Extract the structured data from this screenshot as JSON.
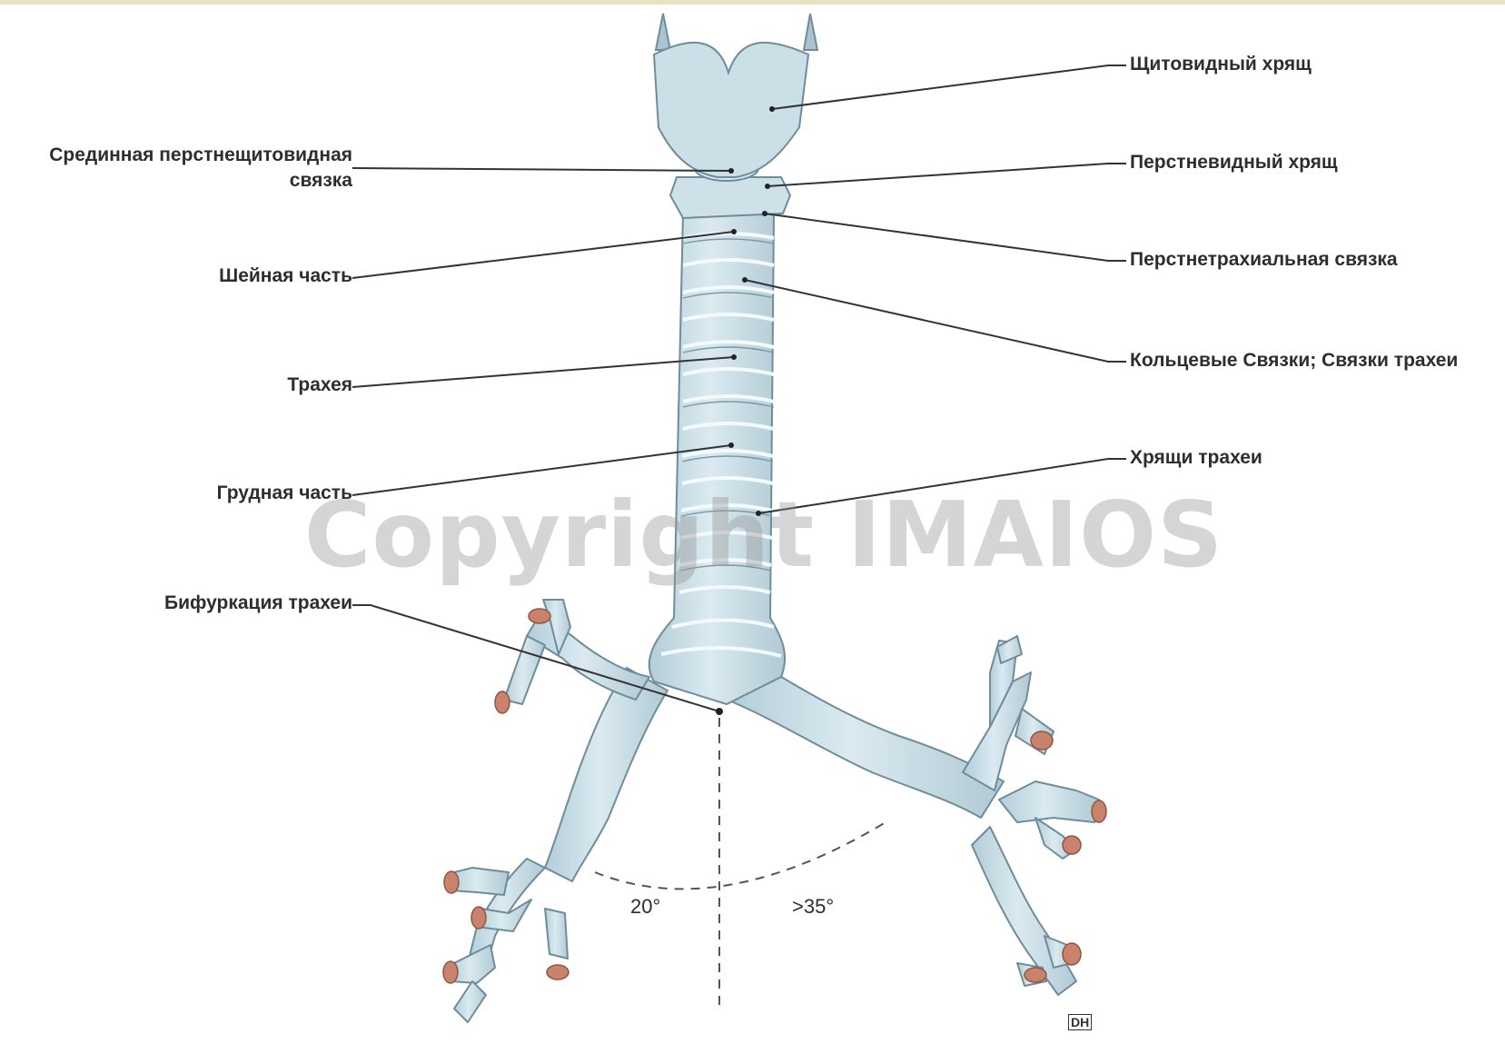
{
  "labels": {
    "thyroid_cartilage": "Щитовидный хрящ",
    "median_cricothyroid_ligament_line1": "Срединная перстнещитовидная",
    "median_cricothyroid_ligament_line2": "связка",
    "cricoid_cartilage": "Перстневидный хрящ",
    "cricotracheal_ligament": "Перстнетрахиальная связка",
    "cervical_part": "Шейная часть",
    "annular_ligaments": "Кольцевые Связки; Связки трахеи",
    "trachea": "Трахея",
    "tracheal_cartilages": "Хрящи трахеи",
    "thoracic_part": "Грудная часть",
    "tracheal_bifurcation": "Бифуркация трахеи"
  },
  "angles": {
    "left": "20°",
    "right": ">35°"
  },
  "watermark": "Copyright IMAIOS",
  "signature": "DH",
  "colors": {
    "cartilage_fill": "#cde0e8",
    "cartilage_stroke": "#6f8c9c",
    "ring_line": "#f4fafc",
    "bronchus_cut": "#c9836c",
    "leader_line": "#333333",
    "top_border": "#e6e2c2"
  }
}
